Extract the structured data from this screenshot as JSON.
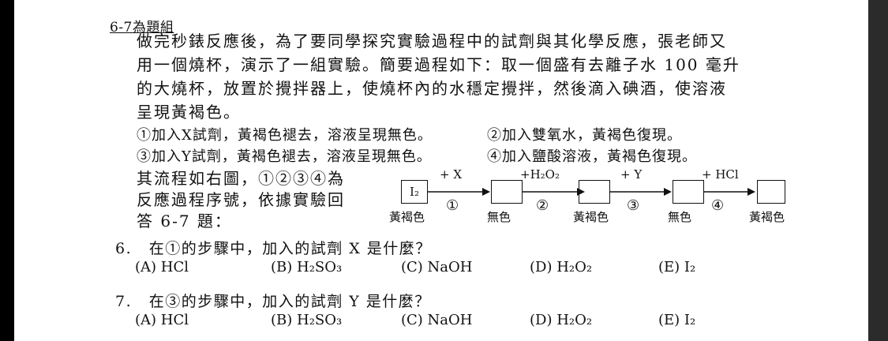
{
  "group_title": "6-7為題組",
  "paragraph": [
    "做完秒錶反應後，為了要同學探究實驗過程中的試劑與其化學反應，張老師又",
    "用一個燒杯，演示了一組實驗。簡要過程如下：取一個盛有去離子水 100 毫升",
    "的大燒杯，放置於攪拌器上，使燒杯內的水穩定攪拌，然後滴入碘酒，使溶液",
    "呈現黃褐色。"
  ],
  "steps": {
    "s1": "①加入X試劑，黃褐色褪去，溶液呈現無色。",
    "s2": "②加入雙氧水，黃褐色復現。",
    "s3": "③加入Y試劑，黃褐色褪去，溶液呈現無色。",
    "s4": "④加入鹽酸溶液，黃褐色復現。"
  },
  "intro": [
    "其流程如右圖，①②③④為",
    "反應過程序號，依據實驗回",
    "答 6-7 題："
  ],
  "flow": {
    "start_box": "I₂",
    "reagents": [
      "+ X",
      "+H₂O₂",
      "+ Y",
      "+ HCl"
    ],
    "step_numbers": [
      "①",
      "②",
      "③",
      "④"
    ],
    "colors": [
      "黃褐色",
      "無色",
      "黃褐色",
      "無色",
      "黃褐色"
    ]
  },
  "questions": [
    {
      "number": "6.",
      "text": "在①的步驟中，加入的試劑 X 是什麼？",
      "options": [
        "(A) HCl",
        "(B) H₂SO₃",
        "(C) NaOH",
        "(D) H₂O₂",
        "(E) I₂"
      ]
    },
    {
      "number": "7.",
      "text": "在③的步驟中，加入的試劑 Y 是什麼？",
      "options": [
        "(A) HCl",
        "(B) H₂SO₃",
        "(C) NaOH",
        "(D) H₂O₂",
        "(E) I₂"
      ]
    }
  ]
}
